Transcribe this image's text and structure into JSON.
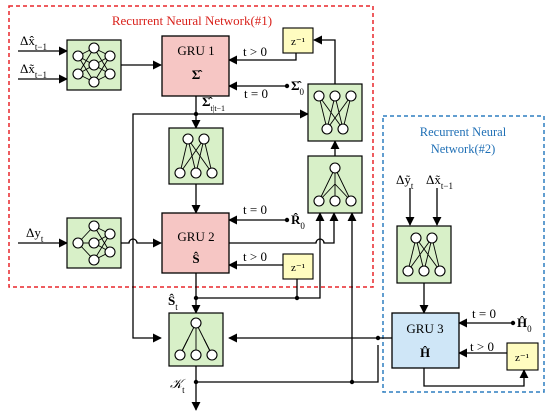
{
  "regions": {
    "rnn1_title": "Recurrent Neural Network(#1)",
    "rnn2_title_line1": "Recurrent Neural",
    "rnn2_title_line2": "Network(#2)"
  },
  "gru": {
    "gru1_name": "GRU 1",
    "gru1_state": "Σ̂",
    "gru2_name": "GRU 2",
    "gru2_state": "Ŝ",
    "gru3_name": "GRU 3",
    "gru3_state": "Ĥ"
  },
  "delay": {
    "label": "z⁻¹"
  },
  "inputs": {
    "dx_hat": "Δx̂",
    "dx_hat_sub": "t−1",
    "dx_tilde": "Δx̃",
    "dx_tilde_sub": "t−1",
    "dy": "Δy",
    "dy_sub": "t",
    "dy_tilde": "Δỹ",
    "dy_tilde_sub": "t",
    "dx_tilde2": "Δx̃",
    "dx_tilde2_sub": "t−1"
  },
  "conditions": {
    "t_gt_0": "t > 0",
    "t_eq_0": "t = 0"
  },
  "initials": {
    "sigma0": "Σ̂",
    "sigma0_sub": "0",
    "r0": "R̂",
    "r0_sub": "0",
    "h0": "Ĥ",
    "h0_sub": "0"
  },
  "signals": {
    "sigma_pred": "Σ̂",
    "sigma_pred_sub": "t|t−1",
    "s_t": "Ŝ",
    "s_t_sub": "t",
    "k_t": "𝒦",
    "k_t_sub": "t"
  },
  "colors": {
    "rnn1_border": "#e8262c",
    "rnn2_border": "#2e7fc0",
    "nn_fill": "#d8f0c8",
    "gru12_fill": "#f6c6c4",
    "gru3_fill": "#cfe6f7",
    "delay_fill": "#fffcc0"
  }
}
